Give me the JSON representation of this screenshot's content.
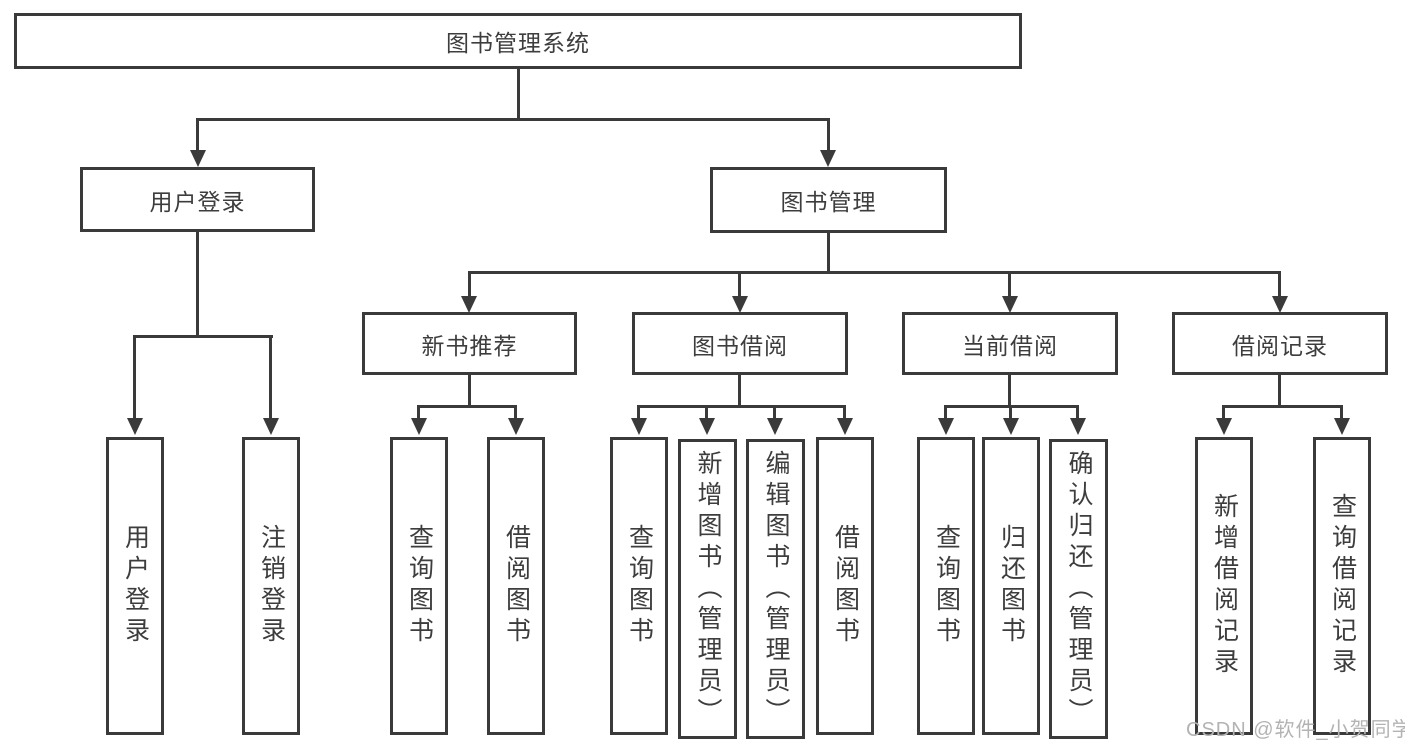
{
  "tree": {
    "label": "图书管理系统",
    "children": [
      {
        "label": "用户登录",
        "children": [
          {
            "label": "用户登录"
          },
          {
            "label": "注销登录"
          }
        ]
      },
      {
        "label": "图书管理",
        "children": [
          {
            "label": "新书推荐",
            "children": [
              {
                "label": "查询图书"
              },
              {
                "label": "借阅图书"
              }
            ]
          },
          {
            "label": "图书借阅",
            "children": [
              {
                "label": "查询图书"
              },
              {
                "label": "新增图书（管理员）"
              },
              {
                "label": "编辑图书（管理员）"
              },
              {
                "label": "借阅图书"
              }
            ]
          },
          {
            "label": "当前借阅",
            "children": [
              {
                "label": "查询图书"
              },
              {
                "label": "归还图书"
              },
              {
                "label": "确认归还（管理员）"
              }
            ]
          },
          {
            "label": "借阅记录",
            "children": [
              {
                "label": "新增借阅记录"
              },
              {
                "label": "查询借阅记录"
              }
            ]
          }
        ]
      }
    ]
  },
  "watermark": {
    "text": "CSDN @软件_小贺同学"
  },
  "colors": {
    "line": "#3a3a3a",
    "text": "#3d3d3d",
    "watermark": "#b3b3b3",
    "background": "#ffffff"
  }
}
